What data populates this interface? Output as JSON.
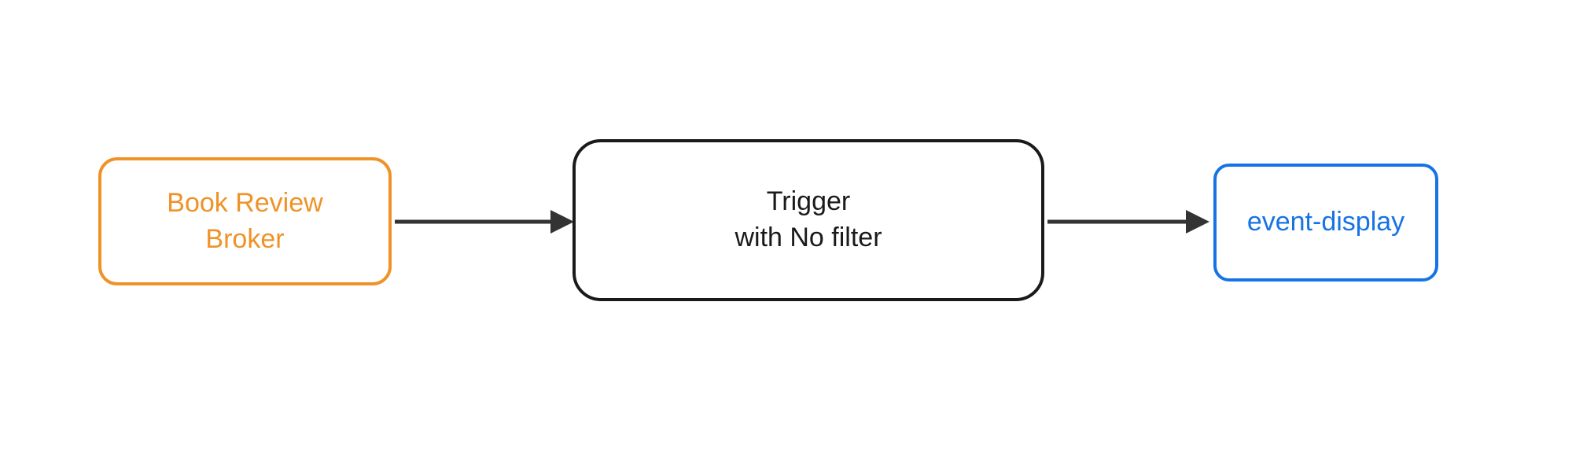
{
  "diagram": {
    "background_color": "#ffffff",
    "edge_color": "#333333",
    "nodes": [
      {
        "id": "book-review-broker",
        "label": "Book Review Broker",
        "lines": [
          "Book Review",
          "Broker"
        ],
        "accent_color": "#ef9227"
      },
      {
        "id": "trigger-with-no-filter",
        "label": "Trigger with No filter",
        "lines": [
          "Trigger",
          "with No filter"
        ],
        "accent_color": "#1a1a1a"
      },
      {
        "id": "event-display",
        "label": "event-display",
        "lines": [
          "event-display"
        ],
        "accent_color": "#1673e6"
      }
    ],
    "edges": [
      {
        "from": "book-review-broker",
        "to": "trigger-with-no-filter"
      },
      {
        "from": "trigger-with-no-filter",
        "to": "event-display"
      }
    ]
  }
}
